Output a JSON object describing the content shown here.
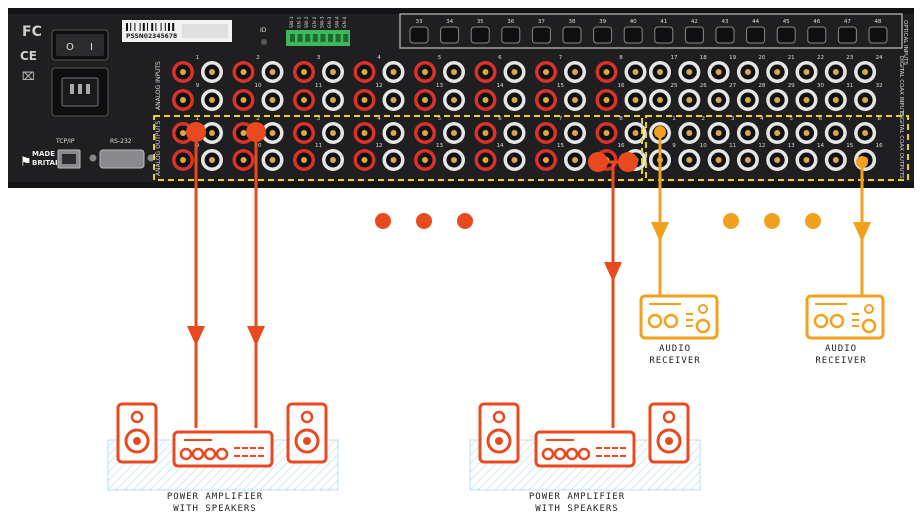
{
  "colors": {
    "chassis": "#1f1f22",
    "panel_face": "#2a2a2e",
    "rca_red": "#d9322a",
    "rca_white": "#e6e6e6",
    "analog_signal": "#e8491f",
    "digital_signal": "#f2a11e",
    "terminal_green": "#3fb85a",
    "outline_yellow": "#e8d21f",
    "floor_hatch": "#b9dff0"
  },
  "panel": {
    "serial": "PSSN02345678",
    "made_in": "MADE IN BRITAIN",
    "tcp_label": "TCP/IP",
    "rs232_label": "RS-232",
    "id_label": "ID",
    "analog_inputs_label": "ANALOG INPUTS",
    "analog_outputs_label": "ANALOG OUTPUTS",
    "digital_coax_inputs_label": "DIGITAL COAX INPUTS",
    "digital_coax_outputs_label": "DIGITAL COAX OUTPUTS",
    "optical_label": "OPTICAL INPUTS",
    "optical_numbers": [
      "33",
      "34",
      "35",
      "36",
      "37",
      "38",
      "39",
      "40",
      "41",
      "42",
      "43",
      "44",
      "45",
      "46",
      "47",
      "48"
    ],
    "analog_row1_numbers": [
      "1",
      "2",
      "3",
      "4",
      "5",
      "6",
      "7",
      "8"
    ],
    "analog_row2_numbers": [
      "9",
      "10",
      "11",
      "12",
      "13",
      "14",
      "15",
      "16"
    ],
    "digital_in_row1_numbers": [
      "17",
      "18",
      "19",
      "20",
      "21",
      "22",
      "23",
      "24"
    ],
    "digital_in_row2_numbers": [
      "25",
      "26",
      "27",
      "28",
      "29",
      "30",
      "31",
      "32"
    ],
    "digital_out_row1_numbers": [
      "1",
      "2",
      "3",
      "4",
      "5",
      "6",
      "7",
      "8"
    ],
    "digital_out_row2_numbers": [
      "9",
      "10",
      "11",
      "12",
      "13",
      "14",
      "15",
      "16"
    ],
    "terminal_labels": [
      "SW-1",
      "GN-1",
      "SW-2",
      "GN-2",
      "SW-3",
      "GN-3",
      "SW-4",
      "GN-4"
    ]
  },
  "devices": {
    "amp_group_1_caption_line1": "POWER AMPLIFIER",
    "amp_group_1_caption_line2": "WITH SPEAKERS",
    "amp_group_2_caption_line1": "POWER AMPLIFIER",
    "amp_group_2_caption_line2": "WITH SPEAKERS",
    "receiver_1_caption_line1": "AUDIO",
    "receiver_1_caption_line2": "RECEIVER",
    "receiver_2_caption_line1": "AUDIO",
    "receiver_2_caption_line2": "RECEIVER"
  }
}
